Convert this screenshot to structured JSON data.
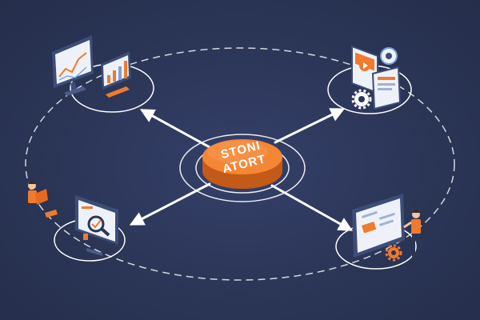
{
  "hub": {
    "label_line1": "STONI",
    "label_line2": "ATORT"
  },
  "colors": {
    "background": "#2b3556",
    "accent": "#f07a2e",
    "ring": "#ffffff",
    "screen": "#eef2f8",
    "screen_frame": "#3c4d78"
  },
  "nodes": [
    {
      "name": "analytics-dashboard",
      "icon": "line-chart-monitor-icon"
    },
    {
      "name": "media-settings",
      "icon": "play-gear-document-icon"
    },
    {
      "name": "data-inspection",
      "icon": "magnifier-chart-monitor-icon"
    },
    {
      "name": "presentation-board",
      "icon": "presenter-board-icon"
    }
  ],
  "people": [
    {
      "name": "person-with-laptop",
      "icon": "person-icon"
    },
    {
      "name": "person-presenting",
      "icon": "person-icon"
    }
  ]
}
